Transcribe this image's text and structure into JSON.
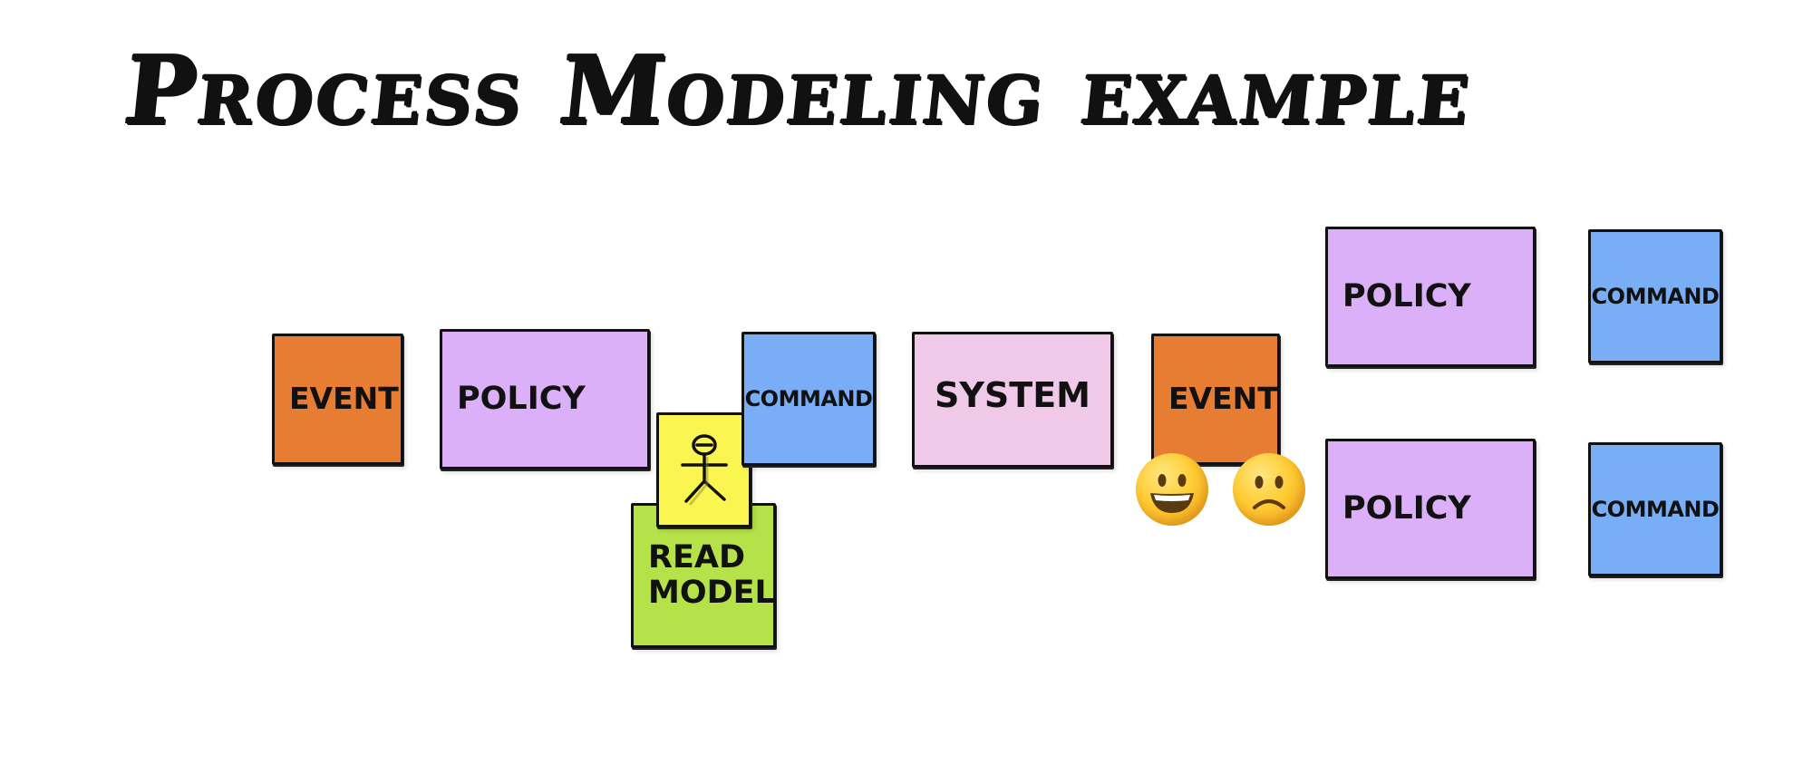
{
  "title": "Process Modeling example",
  "stickies": {
    "event_1": "EVENT",
    "policy_1": "POLICY",
    "command_1": "COMMAND",
    "read_model": "READ MODEL",
    "system": "SYSTEM",
    "event_2": "EVENT",
    "policy_top": "POLICY",
    "command_top": "COMMAND",
    "policy_bottom": "POLICY",
    "command_bottom": "COMMAND"
  },
  "colors": {
    "event": "#e67d32",
    "policy": "#dcb0f9",
    "command": "#79aef7",
    "read_model": "#b6e249",
    "actor": "#fbf552",
    "system": "#f1c9e8"
  },
  "icons": {
    "actor": "stick-figure-icon",
    "happy": "grinning-face-icon",
    "sad": "slightly-frowning-face-icon"
  }
}
